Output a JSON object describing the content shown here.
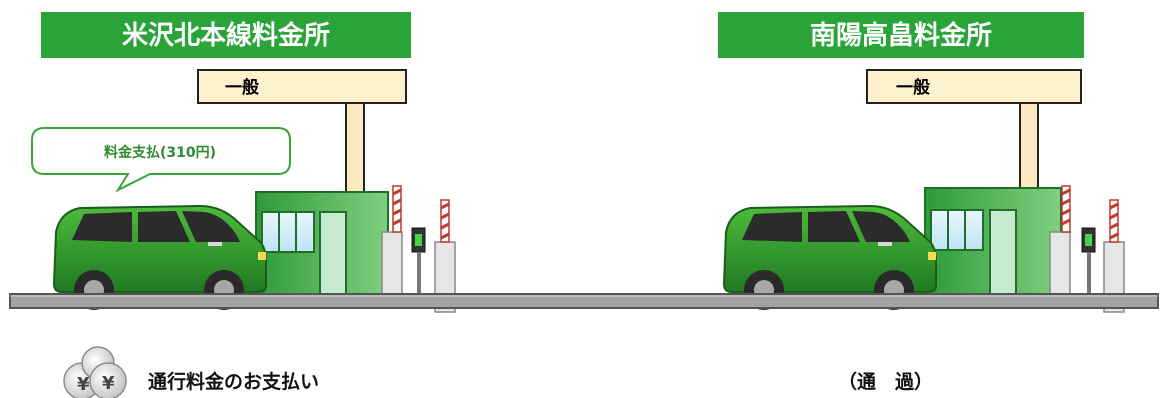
{
  "stations": [
    {
      "name": "米沢北本線料金所",
      "lane": "一般"
    },
    {
      "name": "南陽高畠料金所",
      "lane": "一般"
    }
  ],
  "bubble": {
    "text": "料金支払(310円)"
  },
  "captions": {
    "left": "通行料金のお支払い",
    "right": "（通　過）"
  },
  "colors": {
    "title_bg": "#2aa338",
    "car": "#2f9a2f",
    "booth": "#3fb34a",
    "lane_sign": "#fdf0cc",
    "pillar": "#fbe9bf",
    "road": "#9a9a9a"
  }
}
